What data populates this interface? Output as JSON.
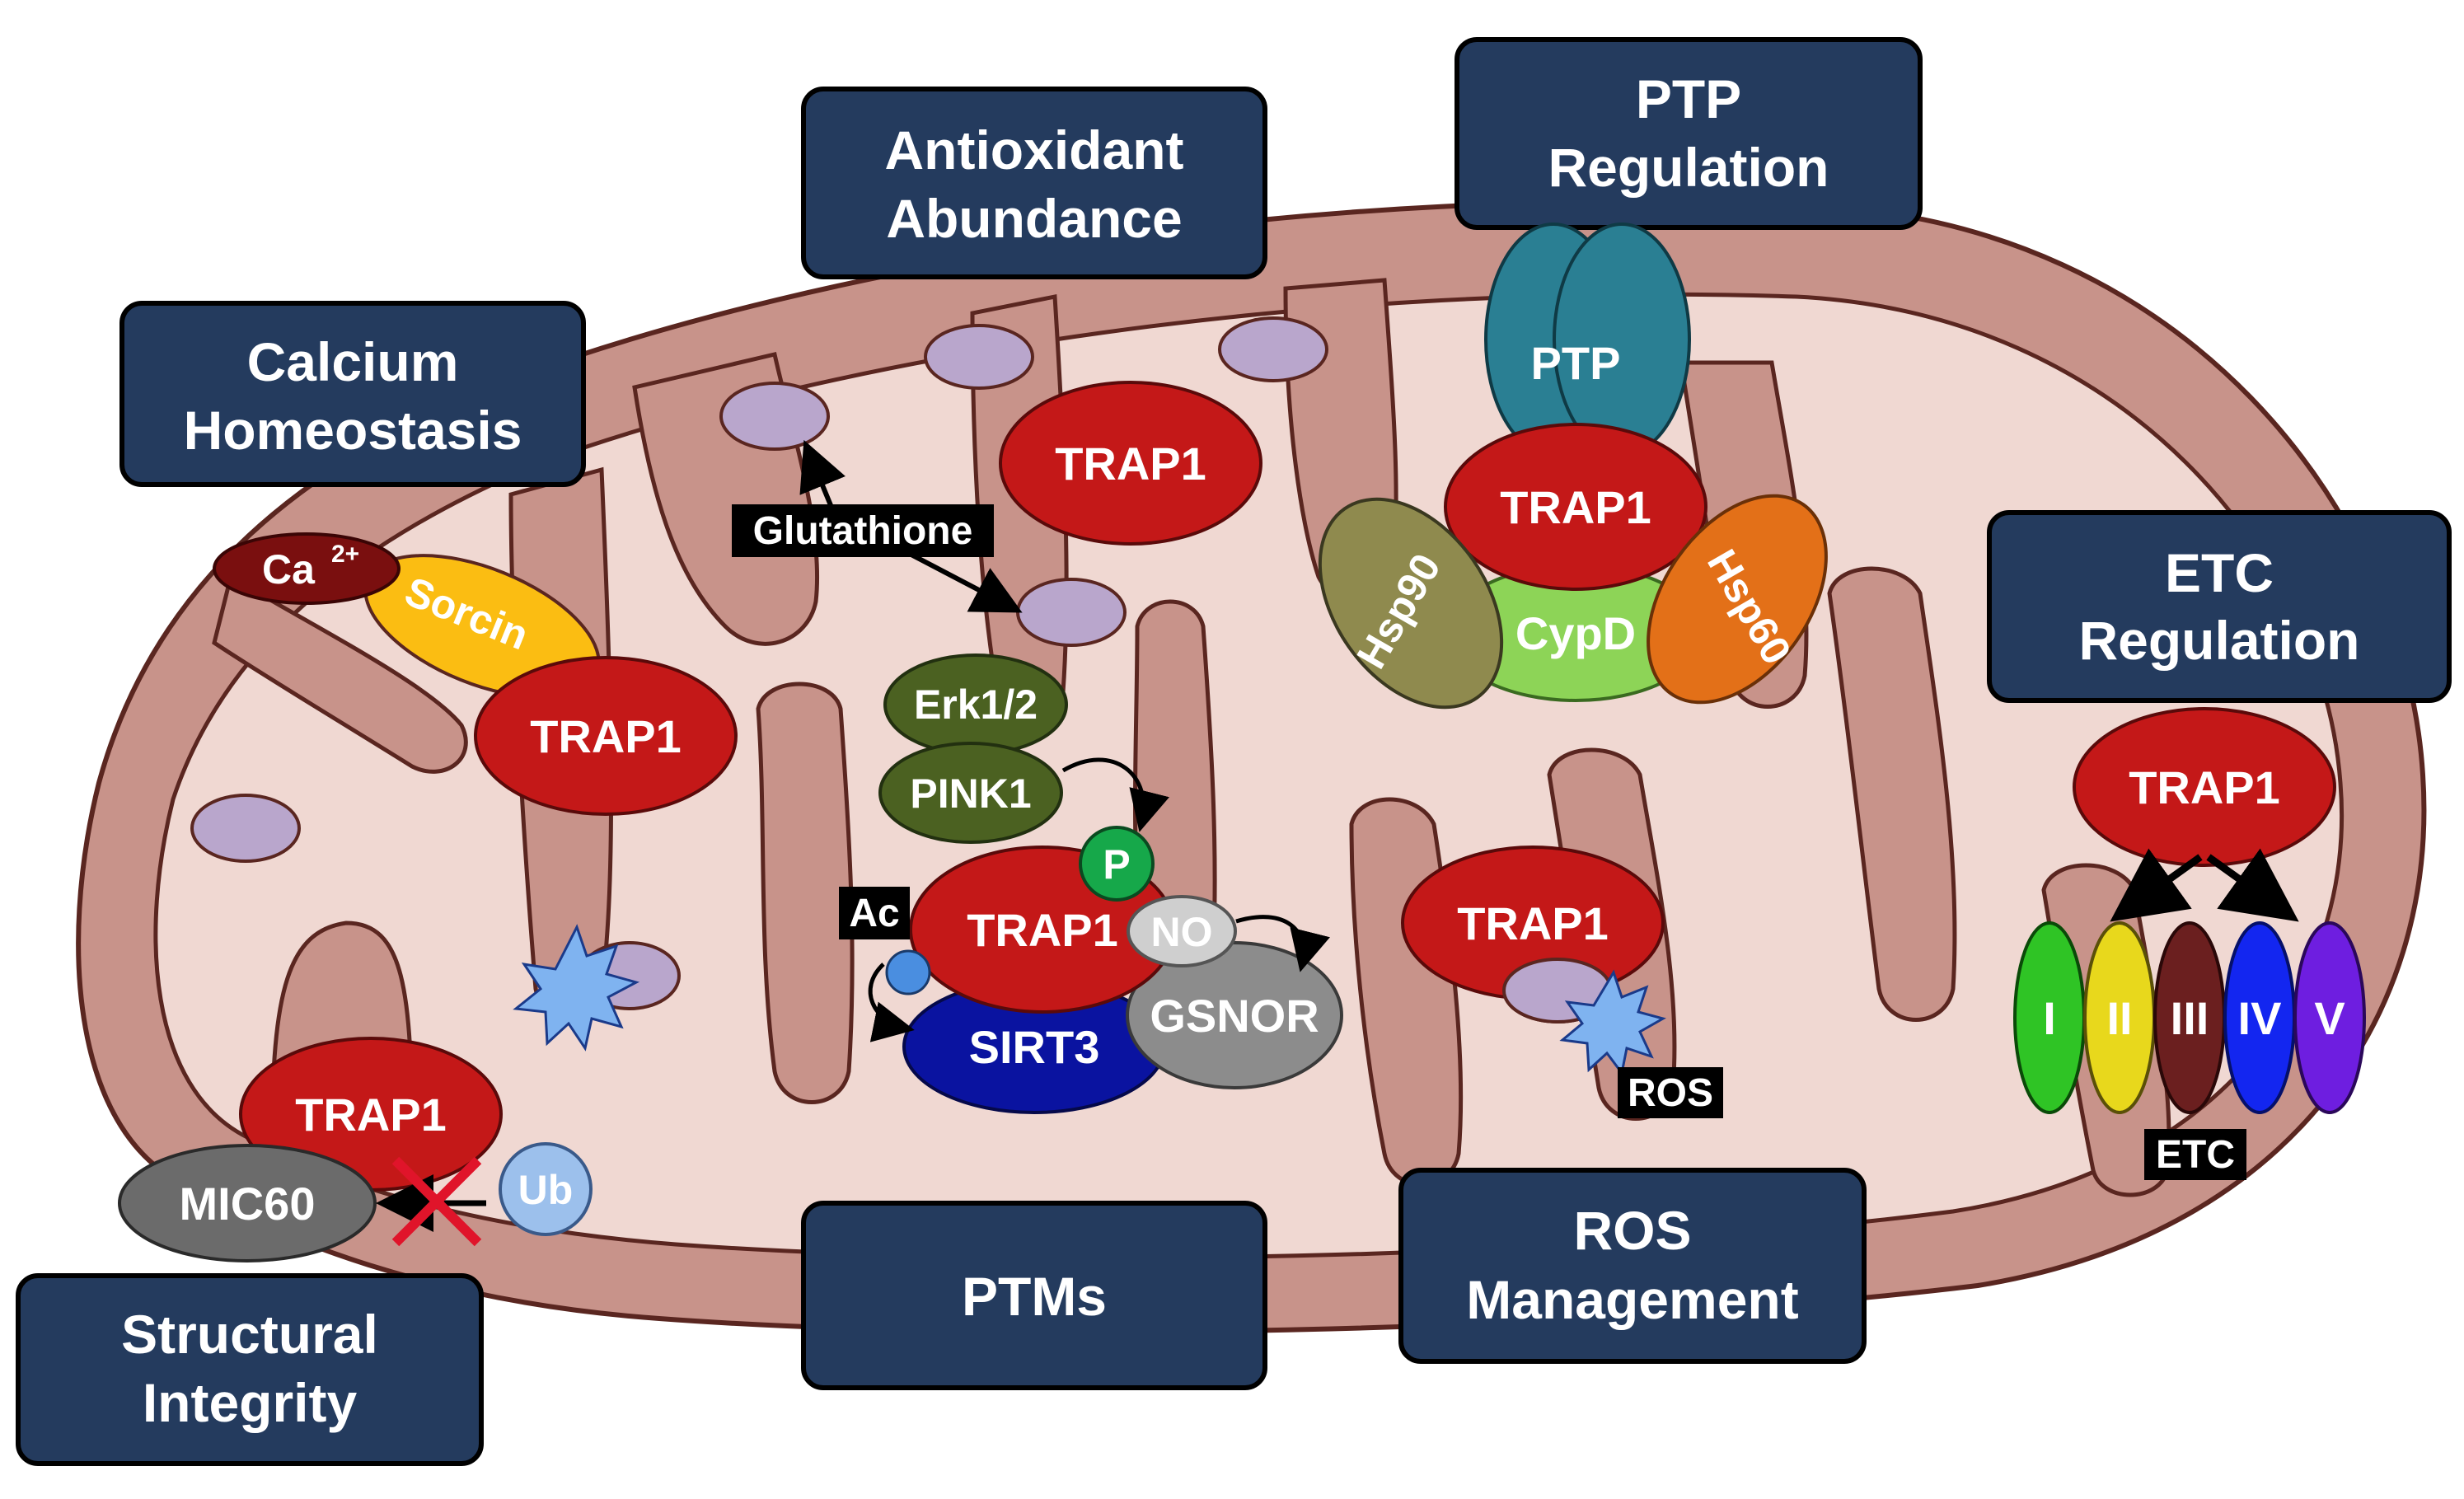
{
  "categories": {
    "calcium": [
      "Calcium",
      "Homeostasis"
    ],
    "antioxidant": [
      "Antioxidant",
      "Abundance"
    ],
    "ptp": [
      "PTP",
      "Regulation"
    ],
    "etc": [
      "ETC",
      "Regulation"
    ],
    "structural": [
      "Structural",
      "Integrity"
    ],
    "ptms": [
      "PTMs"
    ],
    "ros": [
      "ROS",
      "Management"
    ]
  },
  "proteins": {
    "trap1": "TRAP1",
    "calcium_ion": "Ca",
    "calcium_charge": "2+",
    "sorcin": "Sorcin",
    "glutathione": "Glutathione",
    "erk": "Erk1/2",
    "pink1": "PINK1",
    "phospho": "P",
    "acetyl": "Ac",
    "nitric_oxide": "NO",
    "sirt3": "SIRT3",
    "gsnor": "GSNOR",
    "ptp": "PTP",
    "hsp90": "Hsp90",
    "hsp60": "Hsp60",
    "cypd": "CypD",
    "ros": "ROS",
    "mic60": "MIC60",
    "ubiquitin": "Ub",
    "etc": "ETC",
    "complexes": [
      "I",
      "II",
      "III",
      "IV",
      "V"
    ]
  },
  "colors": {
    "outer_membrane": "#c8938a",
    "matrix": "#f0d8d2",
    "box_fill": "#243b5e",
    "trap1": "#c41818",
    "glutathione": "#b9a6cc",
    "sorcin": "#fbbd12",
    "calcium": "#7a0f0f",
    "erk_pink": "#4b6121",
    "phospho": "#16a84a",
    "sirt3": "#0a13a0",
    "gsnor": "#8c8c8c",
    "ptp": "#2a7f93",
    "hsp90": "#8f8a4e",
    "hsp60": "#e37018",
    "cypd": "#8dd457",
    "ros": "#7fb3f0",
    "complex_colors": [
      "#2fc425",
      "#e8d81c",
      "#6b1f1f",
      "#1326f0",
      "#6e1ee0"
    ]
  }
}
